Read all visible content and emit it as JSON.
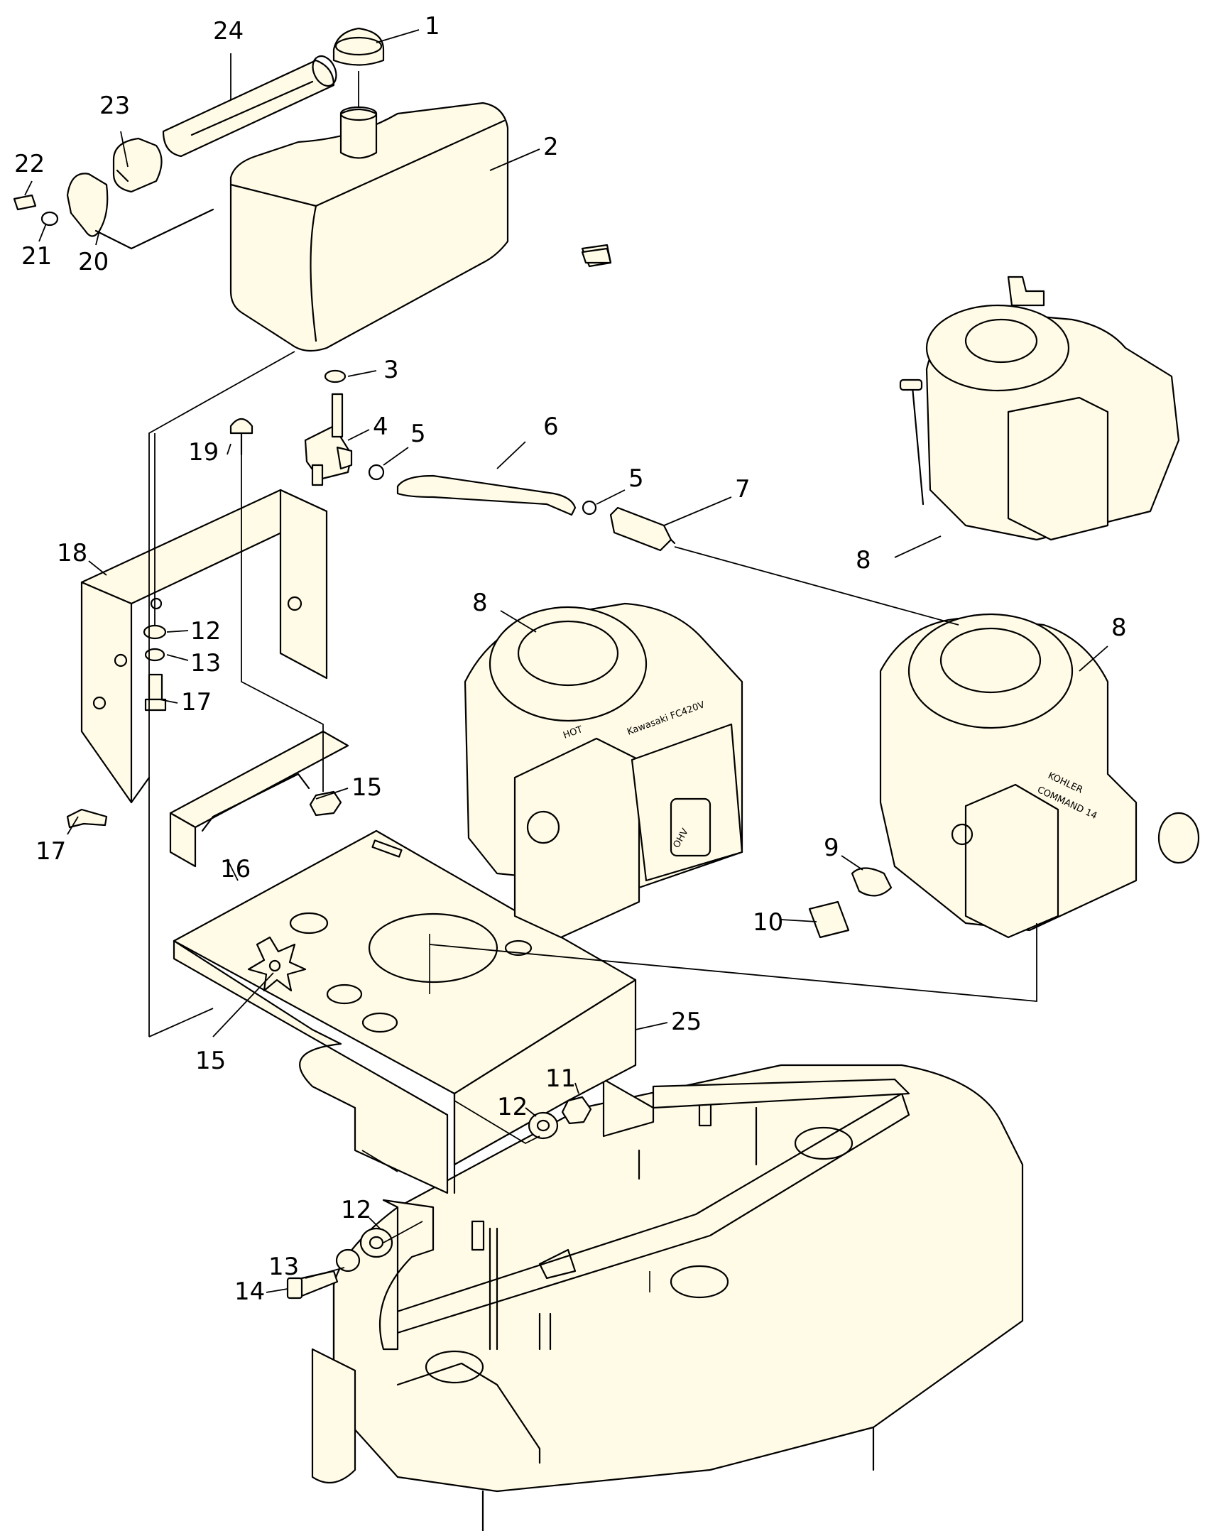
{
  "callouts": [
    {
      "id": "c1",
      "text": "1"
    },
    {
      "id": "c2",
      "text": "2"
    },
    {
      "id": "c3",
      "text": "3"
    },
    {
      "id": "c4",
      "text": "4"
    },
    {
      "id": "c5a",
      "text": "5"
    },
    {
      "id": "c5b",
      "text": "5"
    },
    {
      "id": "c6",
      "text": "6"
    },
    {
      "id": "c7",
      "text": "7"
    },
    {
      "id": "c8a",
      "text": "8"
    },
    {
      "id": "c8b",
      "text": "8"
    },
    {
      "id": "c8c",
      "text": "8"
    },
    {
      "id": "c9",
      "text": "9"
    },
    {
      "id": "c10",
      "text": "10"
    },
    {
      "id": "c11",
      "text": "11"
    },
    {
      "id": "c12a",
      "text": "12"
    },
    {
      "id": "c12b",
      "text": "12"
    },
    {
      "id": "c12c",
      "text": "12"
    },
    {
      "id": "c13a",
      "text": "13"
    },
    {
      "id": "c13b",
      "text": "13"
    },
    {
      "id": "c14",
      "text": "14"
    },
    {
      "id": "c15a",
      "text": "15"
    },
    {
      "id": "c15b",
      "text": "15"
    },
    {
      "id": "c16",
      "text": "16"
    },
    {
      "id": "c17a",
      "text": "17"
    },
    {
      "id": "c17b",
      "text": "17"
    },
    {
      "id": "c18",
      "text": "18"
    },
    {
      "id": "c19",
      "text": "19"
    },
    {
      "id": "c20",
      "text": "20"
    },
    {
      "id": "c21",
      "text": "21"
    },
    {
      "id": "c22",
      "text": "22"
    },
    {
      "id": "c23",
      "text": "23"
    },
    {
      "id": "c24",
      "text": "24"
    },
    {
      "id": "c25",
      "text": "25"
    }
  ],
  "engine_markings": {
    "kawasaki_brand": "Kawasaki FC420V",
    "hot_label": "HOT",
    "ohv_label": "OHV",
    "kohler_brand": "KOHLER",
    "kohler_model": "COMMAND 14"
  },
  "colors": {
    "line": "#000000",
    "part_fill": "#fffbe6",
    "background": "#ffffff"
  }
}
